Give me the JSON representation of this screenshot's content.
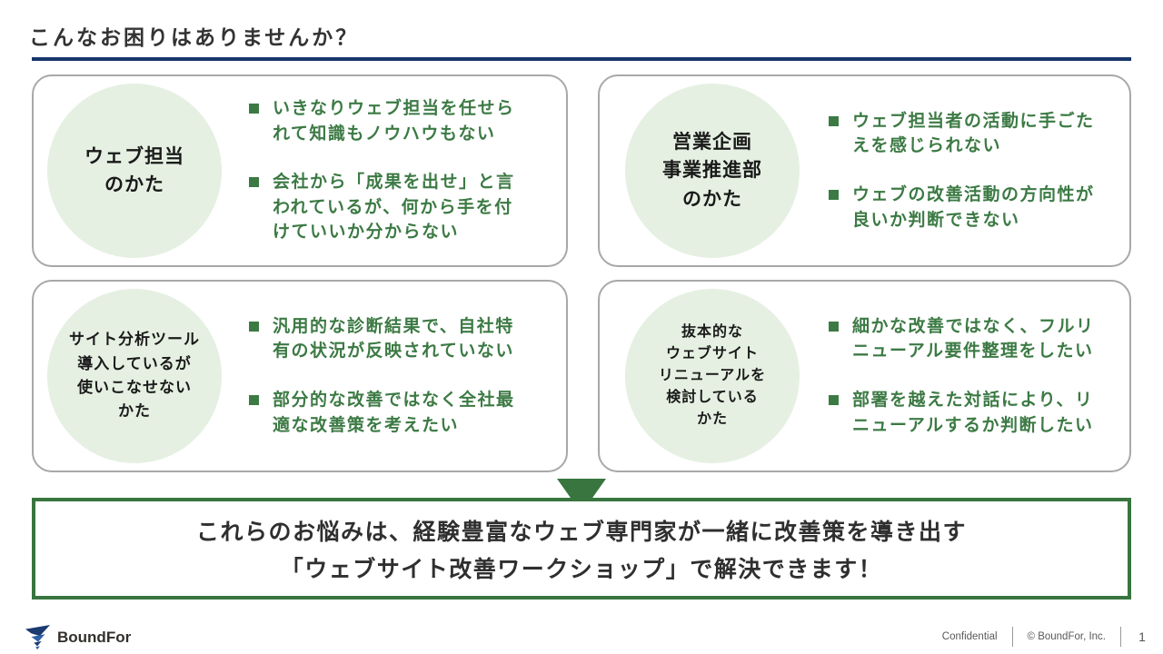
{
  "title": "こんなお困りはありませんか？",
  "cards": [
    {
      "circle_lines": [
        "ウェブ担当",
        "のかた"
      ],
      "bullets": [
        "いきなりウェブ担当を任せられて知識もノウハウもない",
        "会社から「成果を出せ」と言われているが、何から手を付けていいか分からない"
      ]
    },
    {
      "circle_lines": [
        "営業企画",
        "事業推進部",
        "のかた"
      ],
      "bullets": [
        "ウェブ担当者の活動に手ごたえを感じられない",
        "ウェブの改善活動の方向性が良いか判断できない"
      ]
    },
    {
      "circle_lines": [
        "サイト分析ツール",
        "導入しているが",
        "使いこなせない",
        "かた"
      ],
      "bullets": [
        "汎用的な診断結果で、自社特有の状況が反映されていない",
        "部分的な改善ではなく全社最適な改善策を考えたい"
      ]
    },
    {
      "circle_lines": [
        "抜本的な",
        "ウェブサイト",
        "リニューアルを",
        "検討している",
        "かた"
      ],
      "bullets": [
        "細かな改善ではなく、フルリニューアル要件整理をしたい",
        "部署を越えた対話により、リニューアルするか判断したい"
      ]
    }
  ],
  "conclusion": {
    "line1": "これらのお悩みは、経験豊富なウェブ専門家が一緒に改善策を導き出す",
    "line2": "「ウェブサイト改善ワークショップ」で解決できます！"
  },
  "footer": {
    "logo_text": "BoundFor",
    "confidential": "Confidential",
    "copyright": "© BoundFor, Inc.",
    "page_number": "1"
  },
  "colors": {
    "accent_green": "#3c7a44",
    "box_border_green": "#38753f",
    "circle_light_green": "#e5f0e2",
    "navy_rule": "#17366b",
    "card_border_gray": "#a8a8a8",
    "text_dark": "#333333",
    "footer_gray": "#595959"
  }
}
